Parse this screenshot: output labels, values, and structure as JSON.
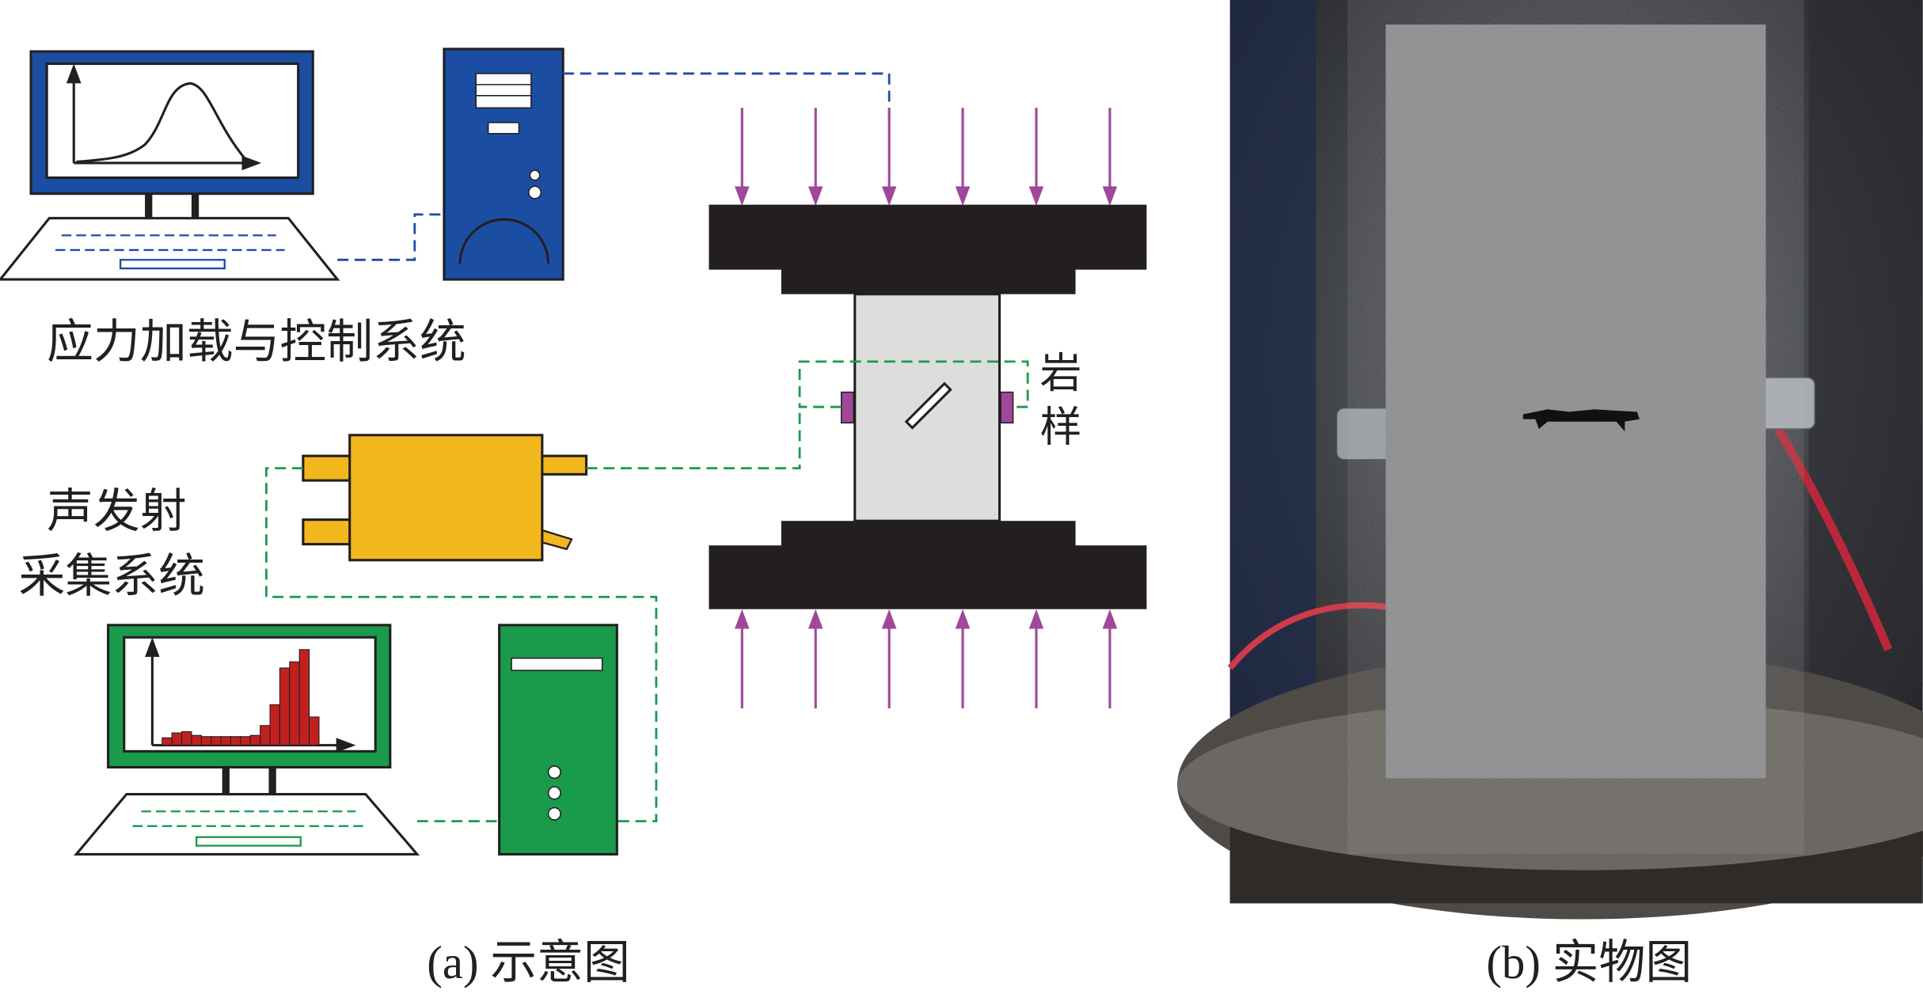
{
  "panel_a": {
    "caption": "(a) 示意图",
    "loading_system_label": "应力加载与控制系统",
    "ae_system_label_line1": "声发射",
    "ae_system_label_line2": "采集系统",
    "sample_label_line1": "岩",
    "sample_label_line2": "样"
  },
  "panel_b": {
    "caption": "(b) 实物图"
  },
  "colors": {
    "loading_system": "#1b4ea3",
    "ae_system": "#1a9b4c",
    "ae_instrument": "#f3b71e",
    "load_arrows": "#a0479a",
    "sensors": "#a0479a",
    "histogram": "#c0211f",
    "platen": "#231f20",
    "sample": "#dcdddd"
  }
}
